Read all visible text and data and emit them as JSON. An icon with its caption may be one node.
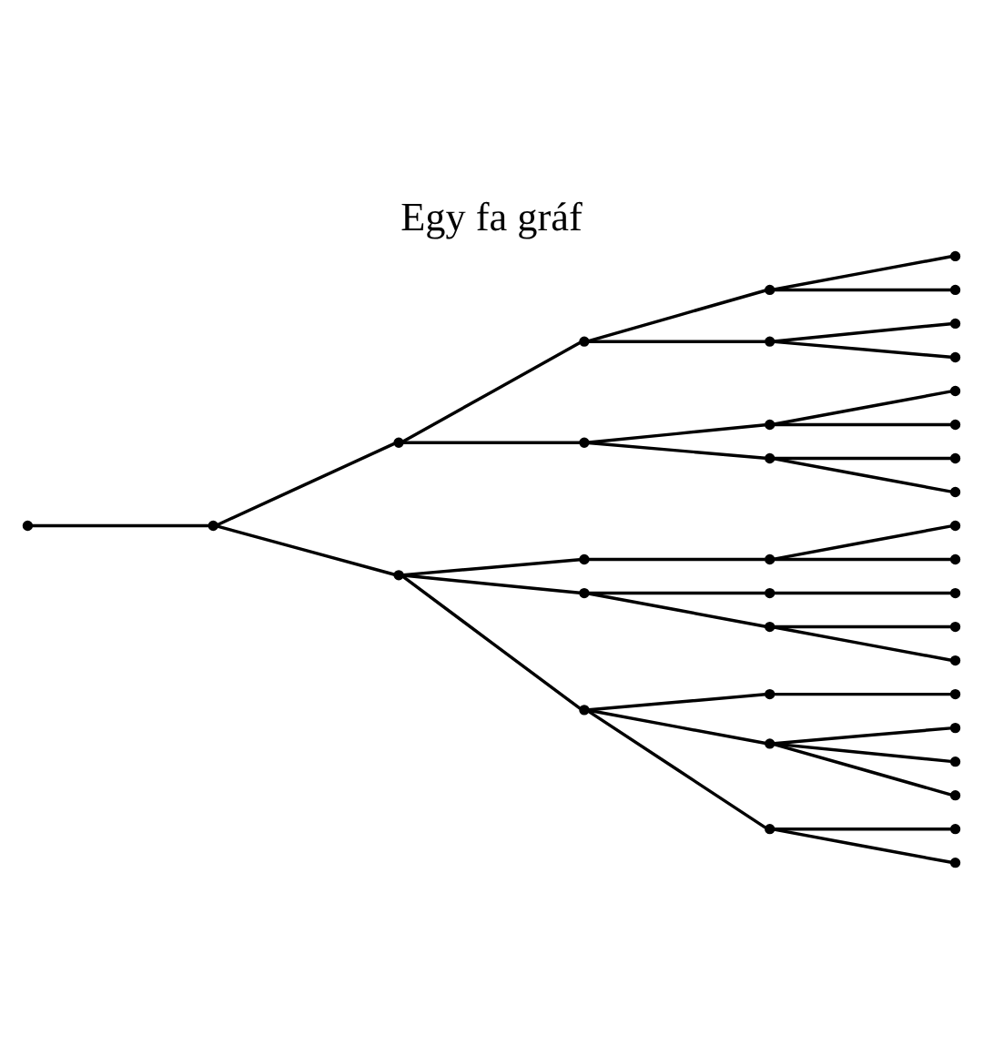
{
  "diagram": {
    "title": "Egy fa gráf",
    "nodes": [
      {
        "text": [],
        "shape": "point"
      },
      {
        "text": [],
        "shape": "point"
      },
      {
        "text": [],
        "shape": "point"
      },
      {
        "text": [],
        "shape": "point"
      },
      {
        "text": [],
        "shape": "point"
      },
      {
        "text": [],
        "shape": "point"
      },
      {
        "text": [],
        "shape": "point"
      },
      {
        "text": [],
        "shape": "point"
      },
      {
        "text": [],
        "shape": "point"
      },
      {
        "text": [],
        "shape": "point"
      },
      {
        "text": [],
        "shape": "point"
      },
      {
        "text": [],
        "shape": "point"
      },
      {
        "text": [],
        "shape": "point"
      },
      {
        "text": [],
        "shape": "point"
      },
      {
        "text": [],
        "shape": "point"
      },
      {
        "text": [],
        "shape": "point"
      },
      {
        "text": [],
        "shape": "point"
      },
      {
        "text": [],
        "shape": "point"
      },
      {
        "text": [],
        "shape": "point"
      },
      {
        "text": [],
        "shape": "point"
      },
      {
        "text": [],
        "shape": "point"
      },
      {
        "text": [],
        "shape": "point"
      },
      {
        "text": [],
        "shape": "point"
      },
      {
        "text": [],
        "shape": "point"
      },
      {
        "text": [],
        "shape": "point"
      },
      {
        "text": [],
        "shape": "point"
      },
      {
        "text": [],
        "shape": "point"
      },
      {
        "text": [],
        "shape": "point"
      },
      {
        "text": [],
        "shape": "point"
      },
      {
        "text": [],
        "shape": "point"
      },
      {
        "text": [],
        "shape": "point"
      },
      {
        "text": [],
        "shape": "point"
      },
      {
        "text": [],
        "shape": "point"
      },
      {
        "text": [],
        "shape": "point"
      },
      {
        "text": [],
        "shape": "point"
      },
      {
        "text": [],
        "shape": "point"
      },
      {
        "text": [],
        "shape": "point"
      },
      {
        "text": [],
        "shape": "point"
      }
    ],
    "edges": [
      {
        "from": 0,
        "to": 1,
        "arrow": "none"
      },
      {
        "from": 1,
        "to": 2,
        "arrow": "none"
      },
      {
        "from": 1,
        "to": 3,
        "arrow": "none"
      },
      {
        "from": 2,
        "to": 4,
        "arrow": "none"
      },
      {
        "from": 2,
        "to": 5,
        "arrow": "none"
      },
      {
        "from": 3,
        "to": 6,
        "arrow": "none"
      },
      {
        "from": 3,
        "to": 7,
        "arrow": "none"
      },
      {
        "from": 3,
        "to": 8,
        "arrow": "none"
      },
      {
        "from": 4,
        "to": 9,
        "arrow": "none"
      },
      {
        "from": 4,
        "to": 10,
        "arrow": "none"
      },
      {
        "from": 5,
        "to": 11,
        "arrow": "none"
      },
      {
        "from": 5,
        "to": 12,
        "arrow": "none"
      },
      {
        "from": 6,
        "to": 13,
        "arrow": "none"
      },
      {
        "from": 7,
        "to": 14,
        "arrow": "none"
      },
      {
        "from": 7,
        "to": 15,
        "arrow": "none"
      },
      {
        "from": 8,
        "to": 16,
        "arrow": "none"
      },
      {
        "from": 8,
        "to": 17,
        "arrow": "none"
      },
      {
        "from": 8,
        "to": 18,
        "arrow": "none"
      },
      {
        "from": 9,
        "to": 19,
        "arrow": "none"
      },
      {
        "from": 9,
        "to": 20,
        "arrow": "none"
      },
      {
        "from": 10,
        "to": 21,
        "arrow": "none"
      },
      {
        "from": 10,
        "to": 22,
        "arrow": "none"
      },
      {
        "from": 11,
        "to": 23,
        "arrow": "none"
      },
      {
        "from": 11,
        "to": 24,
        "arrow": "none"
      },
      {
        "from": 12,
        "to": 25,
        "arrow": "none"
      },
      {
        "from": 12,
        "to": 26,
        "arrow": "none"
      },
      {
        "from": 13,
        "to": 27,
        "arrow": "none"
      },
      {
        "from": 13,
        "to": 28,
        "arrow": "none"
      },
      {
        "from": 14,
        "to": 29,
        "arrow": "none"
      },
      {
        "from": 15,
        "to": 30,
        "arrow": "none"
      },
      {
        "from": 15,
        "to": 31,
        "arrow": "none"
      },
      {
        "from": 16,
        "to": 32,
        "arrow": "none"
      },
      {
        "from": 17,
        "to": 33,
        "arrow": "none"
      },
      {
        "from": 17,
        "to": 34,
        "arrow": "none"
      },
      {
        "from": 17,
        "to": 35,
        "arrow": "none"
      },
      {
        "from": 18,
        "to": 36,
        "arrow": "none"
      },
      {
        "from": 18,
        "to": 37,
        "arrow": "none"
      }
    ]
  }
}
